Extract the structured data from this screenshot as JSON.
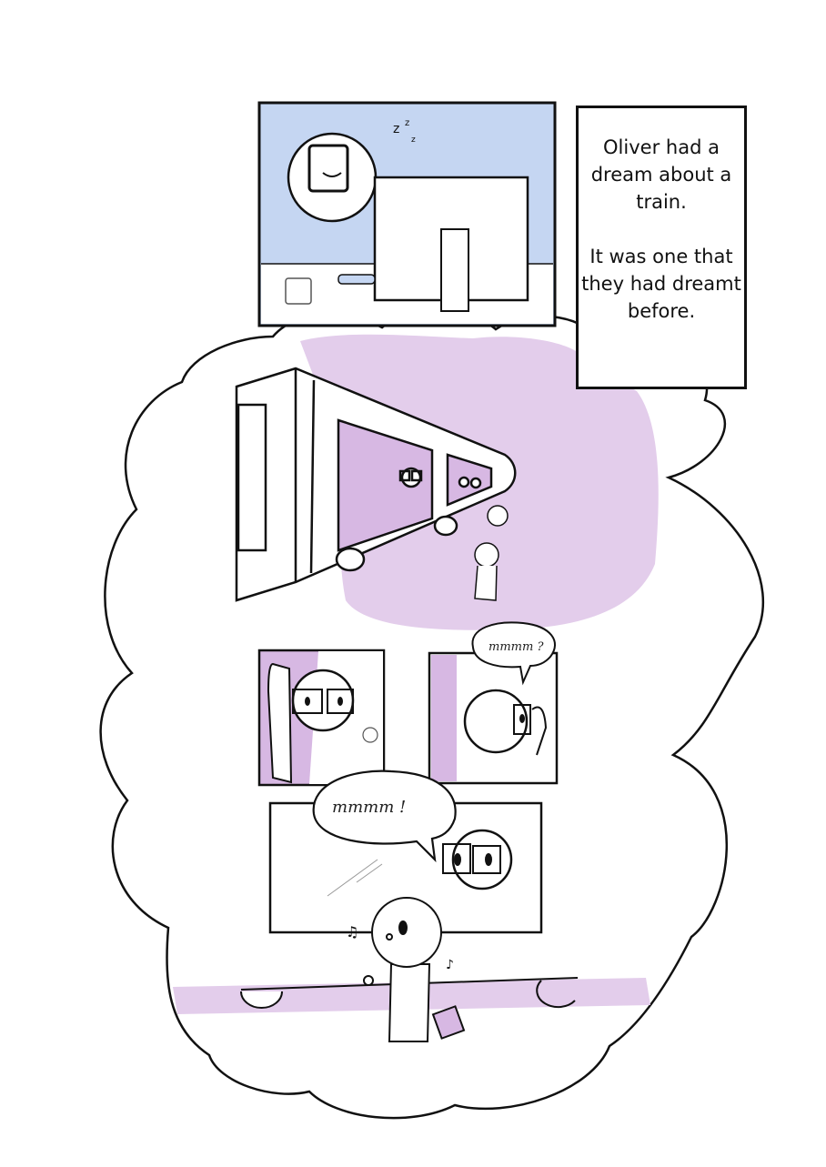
{
  "comic": {
    "caption": {
      "line1": "Oliver had a dream about a train.",
      "line2": "It was one that they had dreamt before."
    },
    "panel1": {
      "sleep_sound": "z z z",
      "bg_color": "#c5d6f2"
    },
    "dream": {
      "accent_color": "#e3cdeb",
      "bubble_question": "mmmm ?",
      "bubble_exclaim": "mmmm !"
    }
  }
}
